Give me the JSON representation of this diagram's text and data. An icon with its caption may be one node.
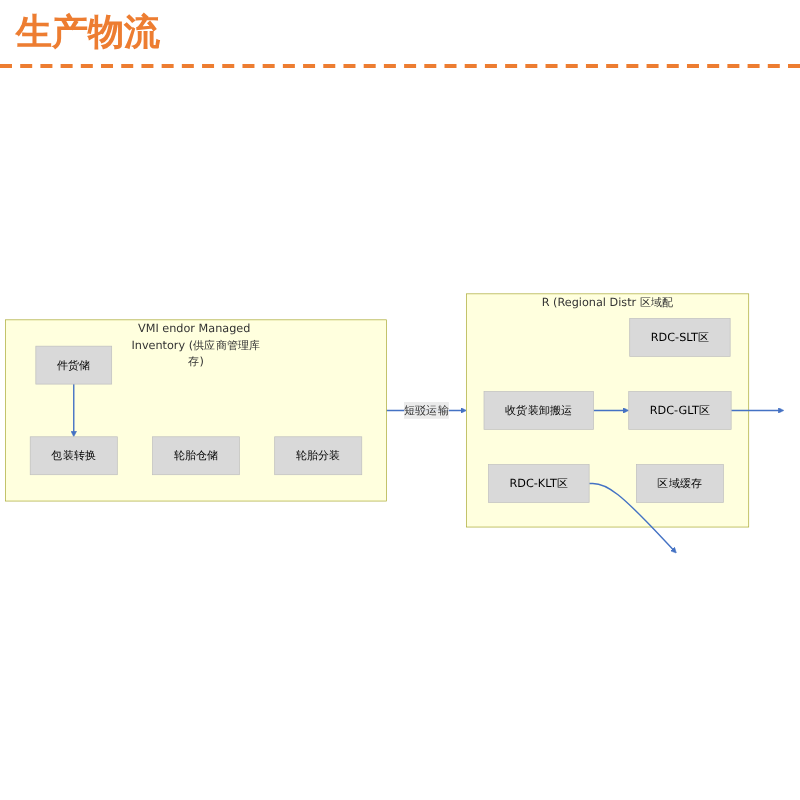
{
  "diagram": {
    "title": "生产物流",
    "nodes": [
      {
        "text": [
          "VMI endor Managed Inventory (供应商管理库存)"
        ]
      },
      {
        "text": [
          "件货储"
        ],
        "in": 0
      },
      {
        "text": [
          "包装转换"
        ],
        "in": 0
      },
      {
        "text": [
          "轮胎仓储"
        ],
        "in": 0
      },
      {
        "text": [
          "轮胎分装"
        ],
        "in": 0
      },
      {
        "text": [
          "R (Regional Distr 区域配"
        ]
      },
      {
        "text": [
          "收货装卸搬运"
        ],
        "in": 5
      },
      {
        "text": [
          "RDC-KLT区"
        ],
        "in": 5
      },
      {
        "text": [
          "RDC-SLT区"
        ],
        "in": 5
      },
      {
        "text": [
          "RDC-GLT区"
        ],
        "in": 5
      },
      {
        "text": [
          "区域缓存"
        ],
        "in": 5
      }
    ],
    "edges": [
      {
        "from": 1,
        "to": 2,
        "arrow": "to"
      },
      {
        "from": 0,
        "to": 5,
        "arrow": "to",
        "label": "短驳运输"
      },
      {
        "from": 6,
        "to": 9,
        "arrow": "to"
      },
      {
        "from": 7,
        "to": null,
        "arrow": "to"
      },
      {
        "from": 9,
        "to": null,
        "arrow": "to"
      }
    ]
  }
}
